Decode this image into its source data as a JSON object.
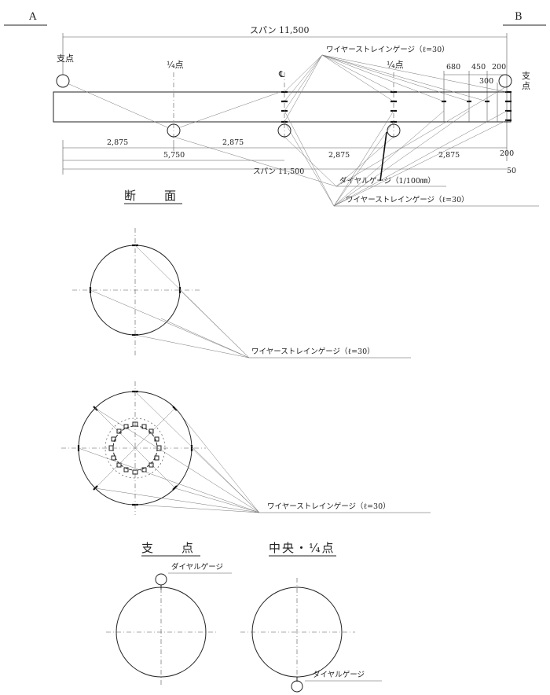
{
  "corners": {
    "left": "A",
    "right": "B"
  },
  "elevation": {
    "span_top": "スパン 11,500",
    "span_bottom": "スパン 11,500",
    "support_left": "支点",
    "support_right_1": "支",
    "support_right_2": "点",
    "quarter_left": "¼点",
    "quarter_right": "¼点",
    "center": "℄",
    "dims_upper": [
      "680",
      "450",
      "300",
      "200"
    ],
    "dims_lower": [
      "2,875",
      "2,875",
      "2,875",
      "2,875"
    ],
    "dim_half": "5,750",
    "dim_end_200": "200",
    "dim_end_50": "50",
    "gauge_wire_top": "ワイヤーストレインゲージ（ℓ=30）",
    "gauge_dial": "ダイヤルゲージ（1/100㎜）",
    "gauge_wire_bottom": "ワイヤーストレインゲージ（ℓ=30）"
  },
  "section": {
    "title": "断　　面",
    "gauge_label_1": "ワイヤーストレインゲージ（ℓ=30）",
    "gauge_label_2": "ワイヤーストレインゲージ（ℓ=30）"
  },
  "bottom": {
    "support_title": "支　　点",
    "center_title": "中央・¼点",
    "dial_label_1": "ダイヤルゲージ",
    "dial_label_2": "ダイヤルゲージ"
  }
}
